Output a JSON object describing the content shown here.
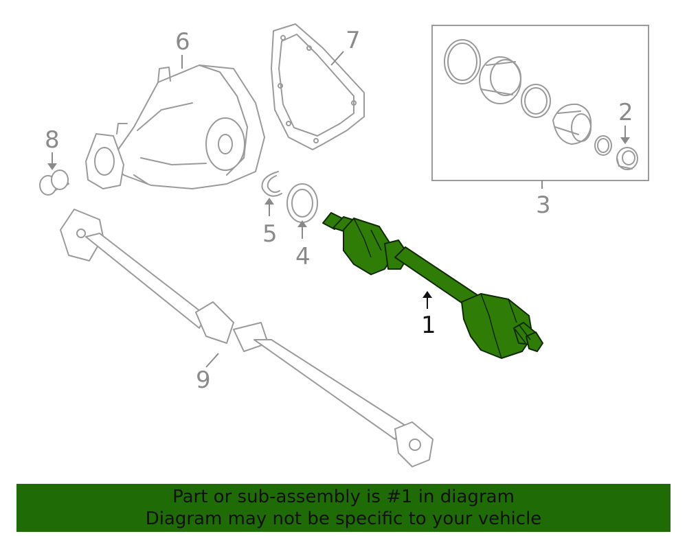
{
  "callouts": {
    "c1": "1",
    "c2": "2",
    "c3": "3",
    "c4": "4",
    "c5": "5",
    "c6": "6",
    "c7": "7",
    "c8": "8",
    "c9": "9"
  },
  "banner": {
    "line1": "Part or sub-assembly is #1 in diagram",
    "line2": "Diagram may not be specific to your vehicle"
  },
  "colors": {
    "highlight": "#2f7d06",
    "banner": "#1f6b06",
    "outline": "#9a9a9a"
  }
}
